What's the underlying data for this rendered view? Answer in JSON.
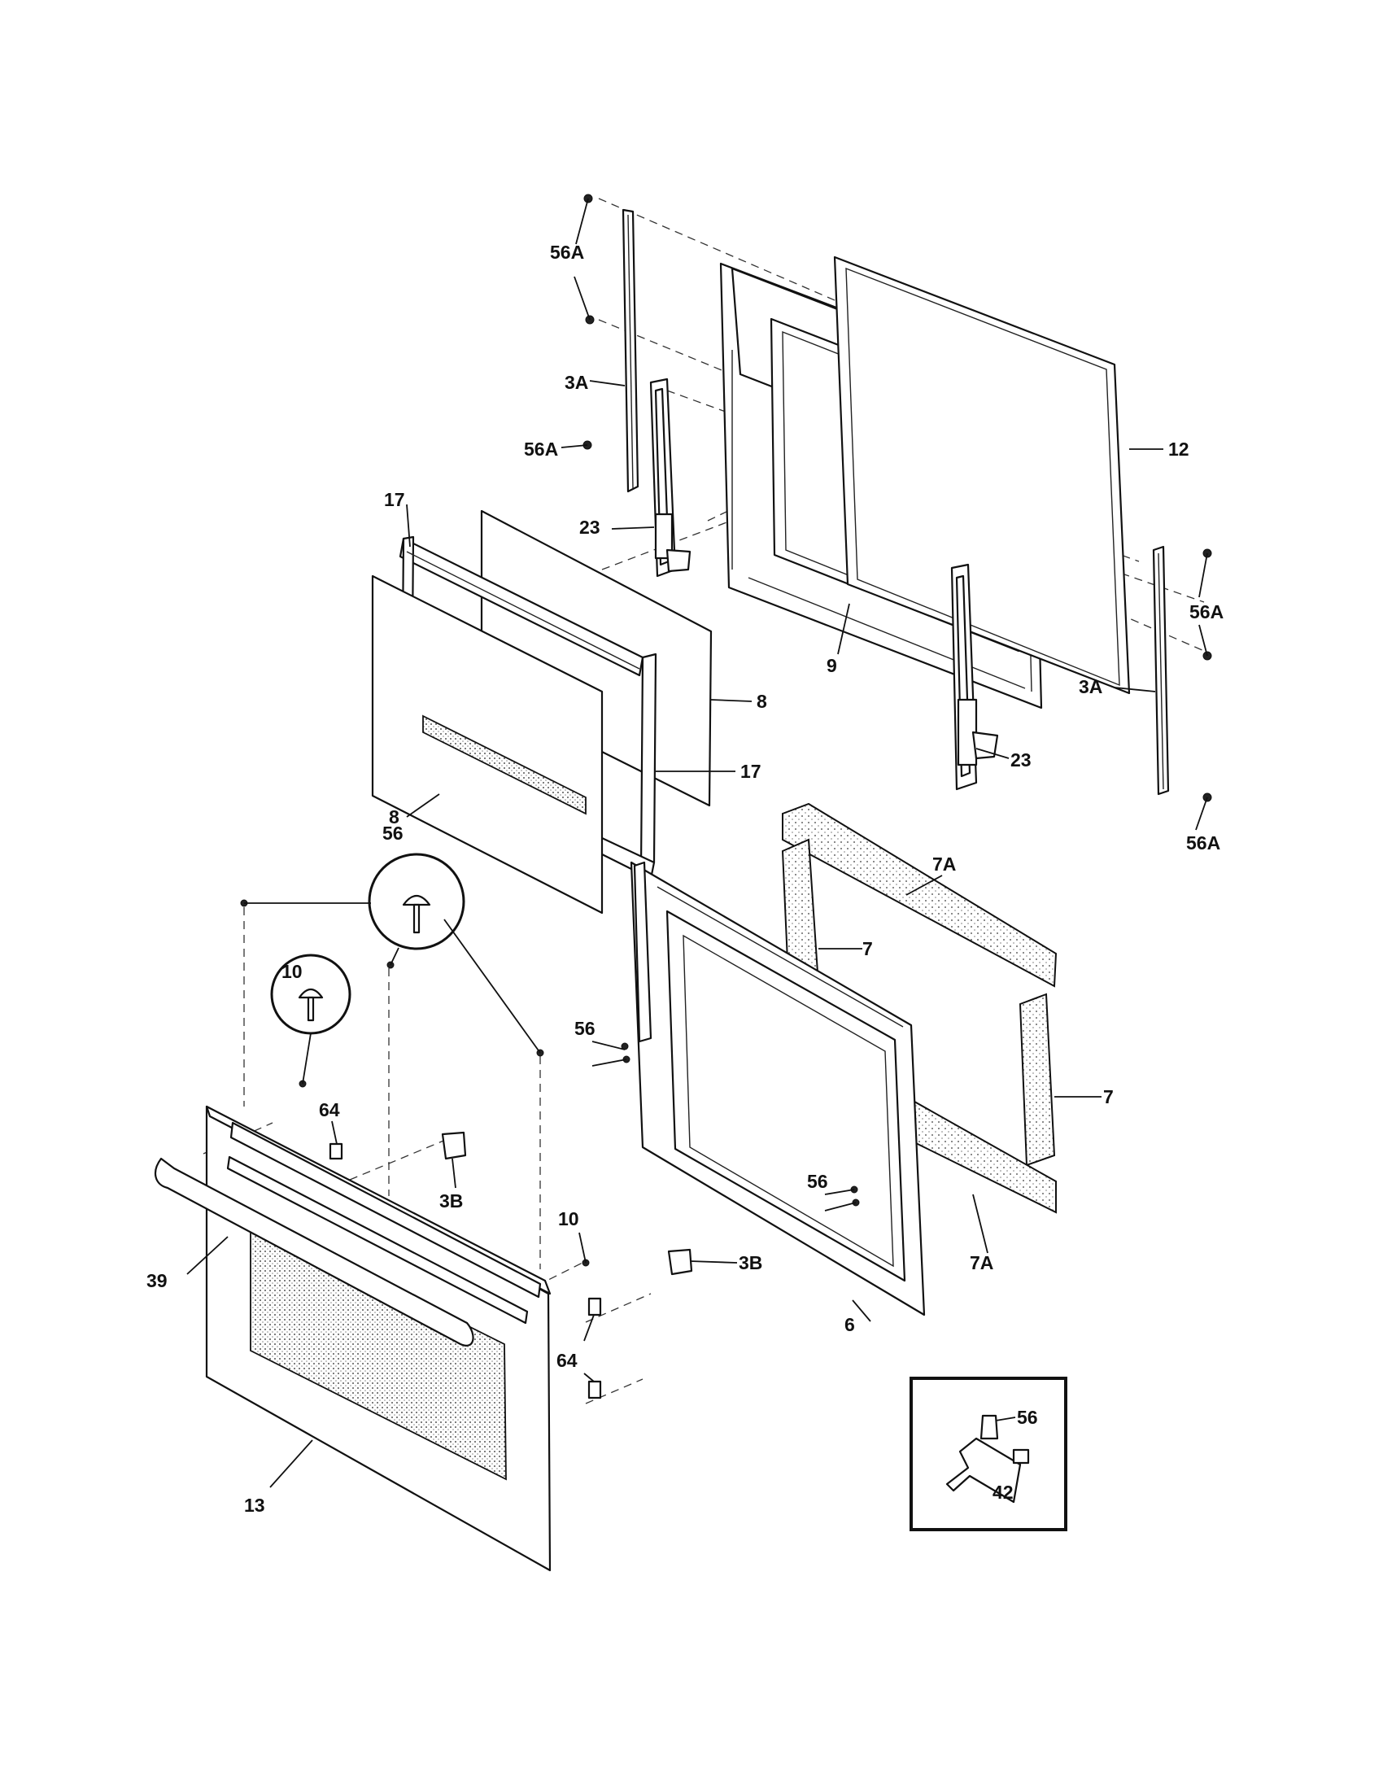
{
  "labels": {
    "l_56A_top": "56A",
    "l_3A_left": "3A",
    "l_56A_mid": "56A",
    "l_12": "12",
    "l_17_top": "17",
    "l_23_left": "23",
    "l_56A_right": "56A",
    "l_9": "9",
    "l_3A_right": "3A",
    "l_8_right": "8",
    "l_17_right": "17",
    "l_23_right": "23",
    "l_8_left": "8",
    "l_56A_bottom": "56A",
    "l_7A_top": "7A",
    "l_56_circle": "56",
    "l_7_top": "7",
    "l_10_circle": "10",
    "l_56_frame_top": "56",
    "l_7_right": "7",
    "l_64_top": "64",
    "l_3B_left": "3B",
    "l_56_frame_bottom": "56",
    "l_10_right": "10",
    "l_7A_bottom": "7A",
    "l_3B_right": "3B",
    "l_39": "39",
    "l_6": "6",
    "l_64_bottom": "64",
    "l_56_inset": "56",
    "l_42": "42",
    "l_13": "13"
  }
}
